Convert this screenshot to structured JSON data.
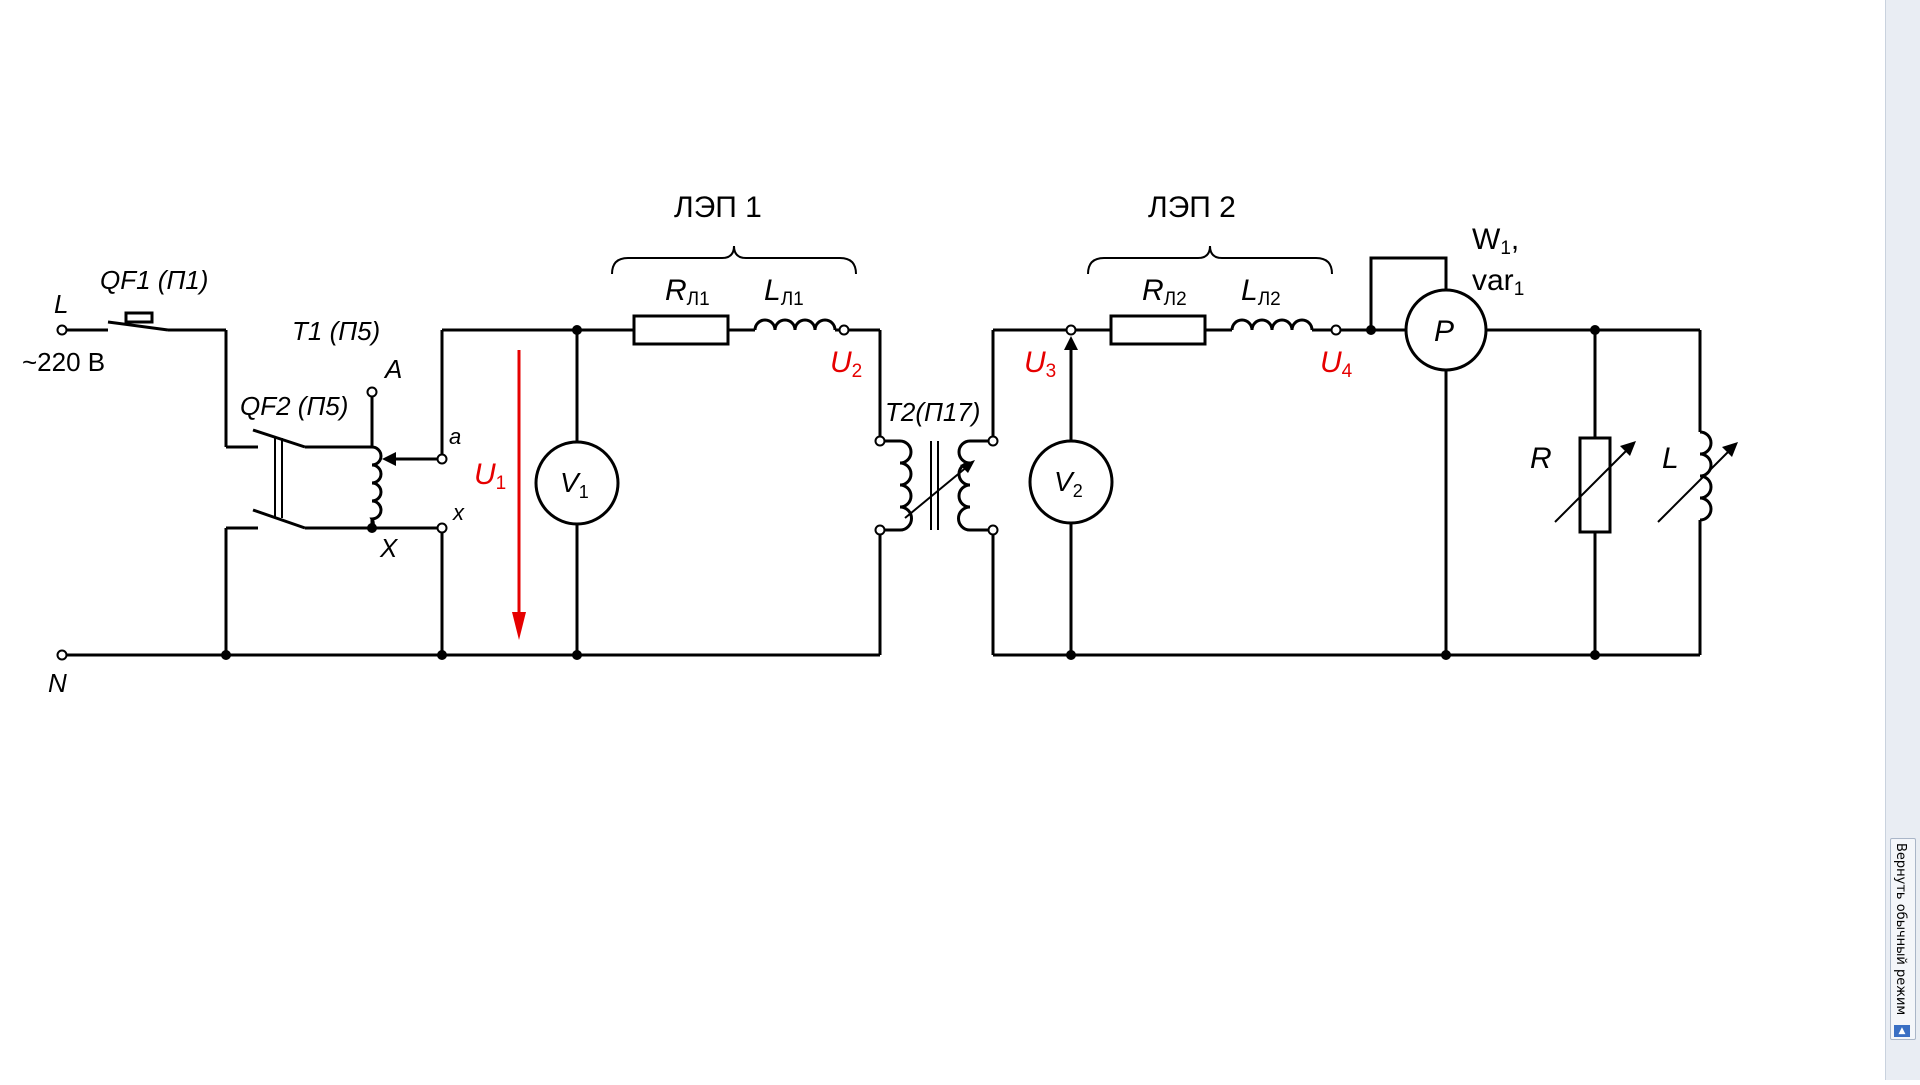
{
  "diagram": {
    "terminals": {
      "phase": "L",
      "neutral": "N",
      "supply": "~220 В"
    },
    "breakers": {
      "qf1": "QF1 (П1)",
      "qf2": "QF2 (П5)"
    },
    "autotransformer": {
      "name": "T1 (П5)",
      "A": "A",
      "X": "X",
      "a": "a",
      "x": "x"
    },
    "lines": {
      "line1": {
        "title": "ЛЭП 1",
        "r": "R",
        "r_sub": "Л1",
        "l": "L",
        "l_sub": "Л1"
      },
      "line2": {
        "title": "ЛЭП 2",
        "r": "R",
        "r_sub": "Л2",
        "l": "L",
        "l_sub": "Л2"
      }
    },
    "transformer2": "T2(П17)",
    "voltmeters": {
      "v1": "V",
      "v1_sub": "1",
      "v2": "V",
      "v2_sub": "2"
    },
    "voltages": {
      "u1": "U",
      "u1_sub": "1",
      "u2": "U",
      "u2_sub": "2",
      "u3": "U",
      "u3_sub": "3",
      "u4": "U",
      "u4_sub": "4"
    },
    "power_meter": {
      "symbol": "P",
      "label_line1": "W",
      "label_line1_sub": "1",
      "label_line1_tail": ",",
      "label_line2": "var",
      "label_line2_sub": "1"
    },
    "load": {
      "r": "R",
      "l": "L"
    }
  },
  "sidebar": {
    "restore_label": "Вернуть обычный режим"
  },
  "colors": {
    "wire": "#000000",
    "voltage_label": "#e60000",
    "arrow": "#e60000"
  }
}
